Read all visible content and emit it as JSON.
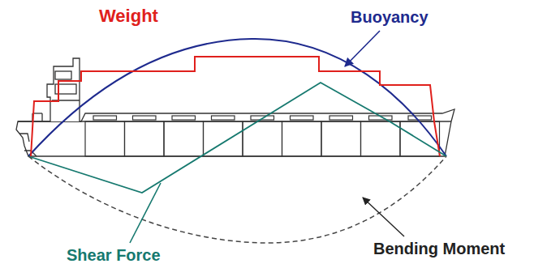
{
  "diagram": {
    "labels": [
      "Weight",
      "Buoyancy",
      "Shear Force",
      "Bending Moment"
    ]
  }
}
